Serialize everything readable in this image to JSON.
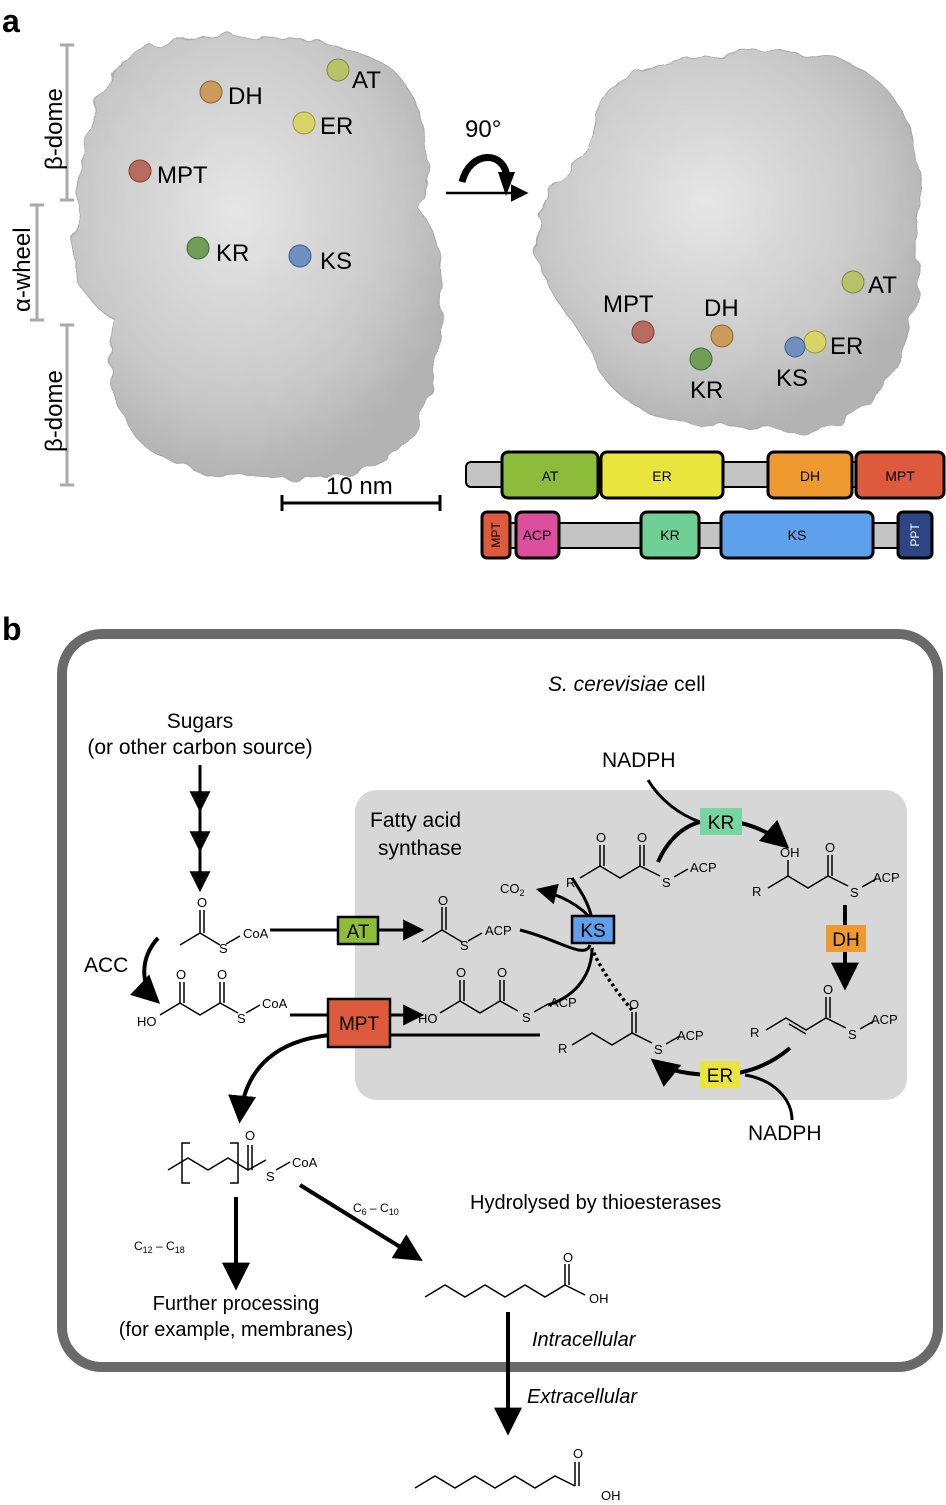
{
  "panel_a": {
    "panel_label": "a",
    "axis_labels": {
      "beta_dome_top": "β-dome",
      "alpha_wheel": "α-wheel",
      "beta_dome_bottom": "β-dome"
    },
    "rotation_label": "90°",
    "scale_bar_label": "10 nm",
    "left_view_markers": [
      "AT",
      "DH",
      "ER",
      "MPT",
      "KR",
      "KS"
    ],
    "right_view_markers": [
      "AT",
      "MPT",
      "DH",
      "ER",
      "KR",
      "KS"
    ],
    "marker_colors": {
      "AT": "#b7c26a",
      "DH": "#cd9a5c",
      "ER": "#d9d36a",
      "MPT": "#b86b5e",
      "KR": "#6f9e57",
      "KS": "#6f8fc0"
    },
    "beta_chain": [
      {
        "label": "AT",
        "color": "#8dbb3a"
      },
      {
        "label": "ER",
        "color": "#eae53c"
      },
      {
        "label": "DH",
        "color": "#ee9a2e"
      },
      {
        "label": "MPT",
        "color": "#dd5a3c"
      }
    ],
    "alpha_chain": [
      {
        "label": "MPT",
        "color": "#dd5a3c"
      },
      {
        "label": "ACP",
        "color": "#dd4f9c"
      },
      {
        "label": "KR",
        "color": "#6fcf94"
      },
      {
        "label": "KS",
        "color": "#5fa0ec"
      },
      {
        "label": "PPT",
        "color": "#2b4585"
      }
    ]
  },
  "panel_b": {
    "panel_label": "b",
    "cell_label_italic": "S. cerevisiae",
    "cell_label_rest": " cell",
    "sugars_line1": "Sugars",
    "sugars_line2": "(or other carbon source)",
    "fas_line1": "Fatty acid",
    "fas_line2": "synthase",
    "enzymes": {
      "AT": {
        "label": "AT",
        "color": "#8dbb3a"
      },
      "MPT": {
        "label": "MPT",
        "color": "#dd5a3c"
      },
      "KS": {
        "label": "KS",
        "color": "#5fa0ec"
      },
      "KR": {
        "label": "KR",
        "color": "#76d6a0"
      },
      "DH": {
        "label": "DH",
        "color": "#ee9a2e"
      },
      "ER": {
        "label": "ER",
        "color": "#eae53c"
      }
    },
    "acc_label": "ACC",
    "nadph_top": "NADPH",
    "nadph_bottom": "NADPH",
    "co2": {
      "base": "CO",
      "sub": "2"
    },
    "hydrolysed_label": "Hydrolysed by thioesterases",
    "c6_c10": {
      "c": "C",
      "n1": "6",
      "dash": " – C",
      "n2": "10"
    },
    "c12_c18": {
      "c": "C",
      "n1": "12",
      "dash": " – C",
      "n2": "18"
    },
    "further_line1": "Further processing",
    "further_line2": "(for example, membranes)",
    "intracellular": "Intracellular",
    "extracellular": "Extracellular",
    "atoms": {
      "O": "O",
      "S": "S",
      "CoA": "CoA",
      "ACP": "ACP",
      "HO": "HO",
      "OH": "OH",
      "R": "R"
    }
  }
}
